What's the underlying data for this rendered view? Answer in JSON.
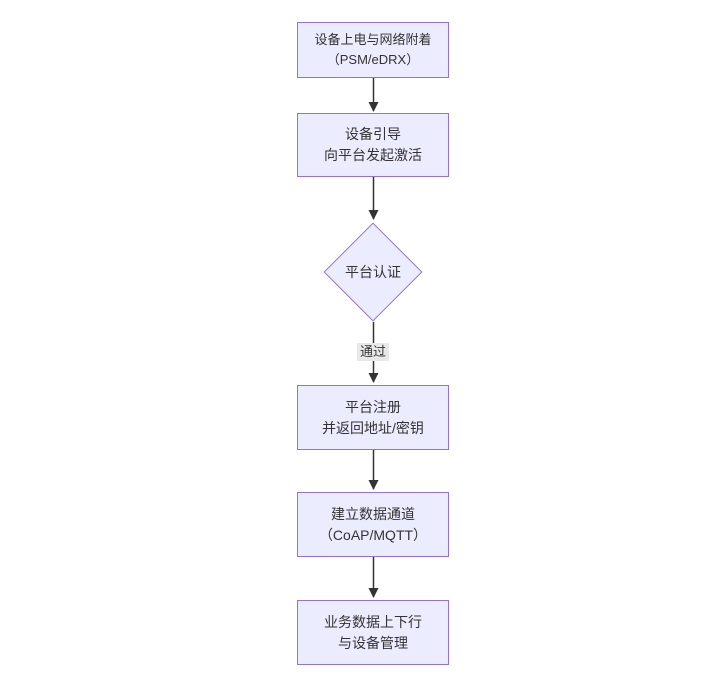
{
  "colors": {
    "node_fill": "#ECECFF",
    "node_border": "#9370DB",
    "arrow": "#333333",
    "edge_label_bg": "#e8e8e8",
    "text": "#333333"
  },
  "diagram": {
    "nodes": {
      "power_on": {
        "line1": "设备上电与网络附着",
        "line2": "（PSM/eDRX）"
      },
      "bootstrap": {
        "line1": "设备引导",
        "line2": "向平台发起激活"
      },
      "platform_auth": {
        "label": "平台认证"
      },
      "platform_register": {
        "line1": "平台注册",
        "line2": "并返回地址/密钥"
      },
      "data_channel": {
        "line1": "建立数据通道",
        "line2": "（CoAP/MQTT）"
      },
      "business_data": {
        "line1": "业务数据上下行",
        "line2": "与设备管理"
      }
    },
    "edge_labels": {
      "auth_pass": "通过"
    }
  }
}
